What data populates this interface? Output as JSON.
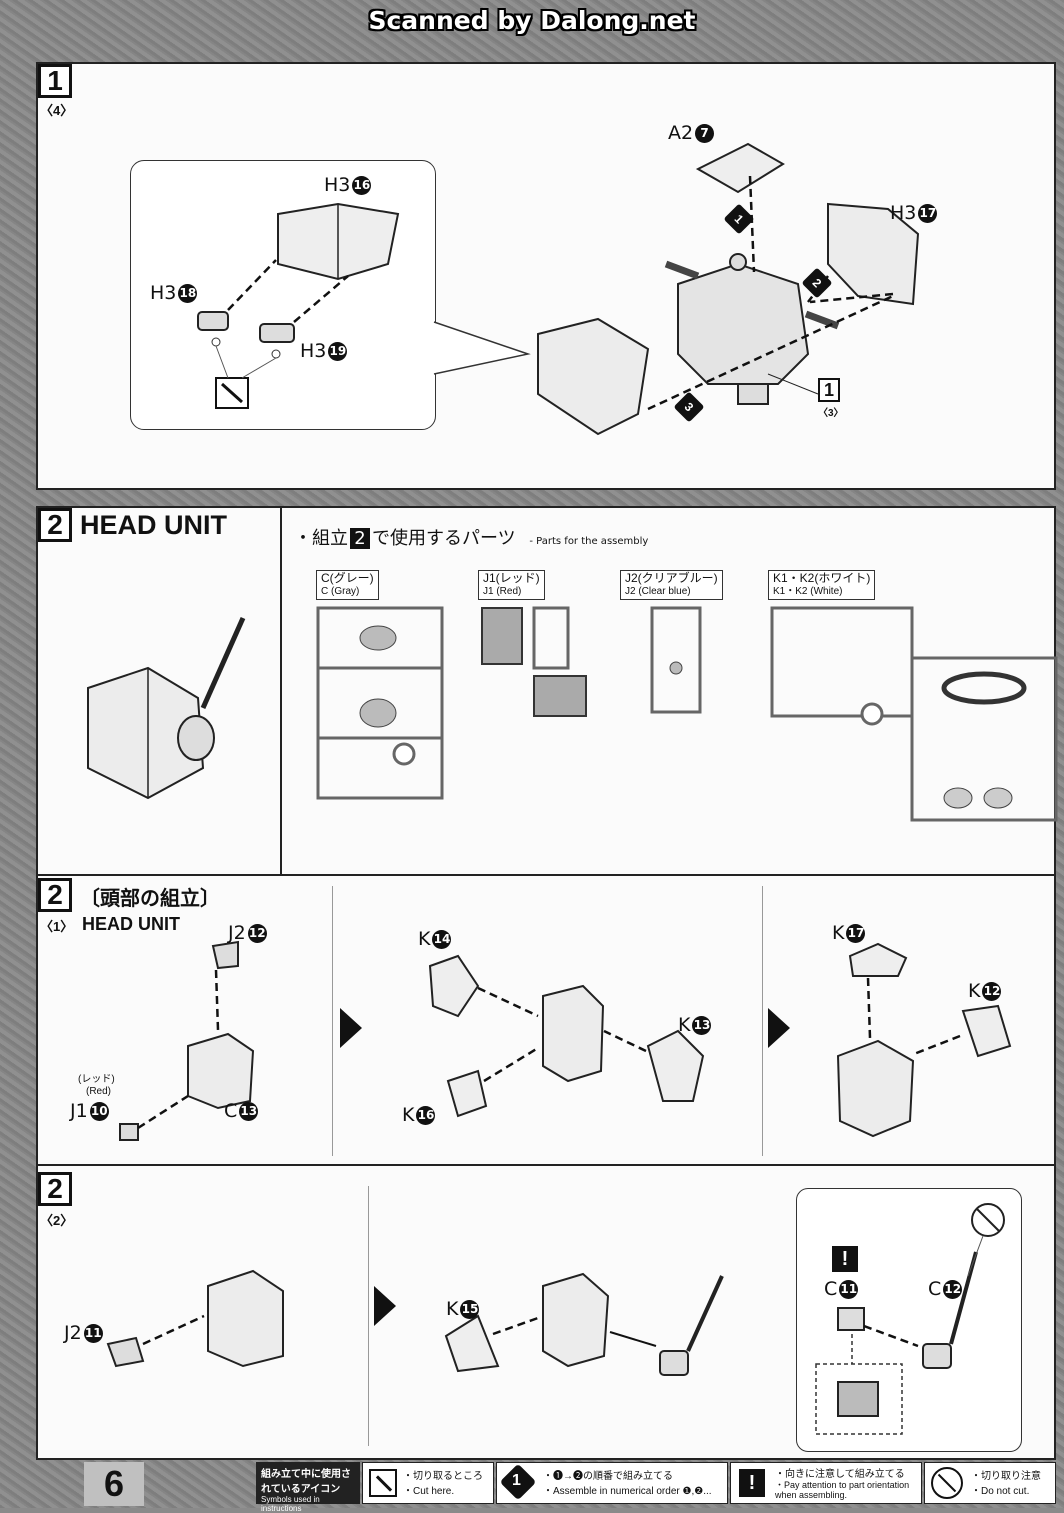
{
  "watermark": "Scanned by Dalong.net",
  "page_number": "6",
  "panel1": {
    "step": "1",
    "sub": "〈4〉",
    "parts": [
      {
        "letter": "H3",
        "num": "16"
      },
      {
        "letter": "H3",
        "num": "18"
      },
      {
        "letter": "H3",
        "num": "19"
      },
      {
        "letter": "A2",
        "num": "7"
      },
      {
        "letter": "H3",
        "num": "17"
      }
    ],
    "ref_step": "1",
    "ref_sub": "〈3〉",
    "order": [
      "1",
      "2",
      "3"
    ]
  },
  "panel2": {
    "step": "2",
    "title": "HEAD UNIT",
    "parts_heading_jp": "・組立",
    "parts_heading_jp2": "で使用するパーツ",
    "parts_heading_en": "- Parts for the assembly",
    "runners": [
      {
        "jp": "C(グレー)",
        "en": "C (Gray)"
      },
      {
        "jp": "J1(レッド)",
        "en": "J1 (Red)"
      },
      {
        "jp": "J2(クリアブルー)",
        "en": "J2 (Clear blue)"
      },
      {
        "jp": "K1・K2(ホワイト)",
        "en": "K1・K2 (White)"
      }
    ]
  },
  "panel3": {
    "step": "2",
    "sub": "〈1〉",
    "title_jp": "〔頭部の組立〕",
    "title_en": "HEAD UNIT",
    "parts": [
      {
        "letter": "J2",
        "num": "12"
      },
      {
        "letter": "J1",
        "num": "10"
      },
      {
        "letter": "C",
        "num": "13"
      },
      {
        "letter": "K",
        "num": "14"
      },
      {
        "letter": "K",
        "num": "13"
      },
      {
        "letter": "K",
        "num": "16"
      },
      {
        "letter": "K",
        "num": "17"
      },
      {
        "letter": "K",
        "num": "12"
      }
    ],
    "red_jp": "(レッド)",
    "red_en": "(Red)"
  },
  "panel4": {
    "step": "2",
    "sub": "〈2〉",
    "parts": [
      {
        "letter": "J2",
        "num": "11"
      },
      {
        "letter": "K",
        "num": "15"
      },
      {
        "letter": "C",
        "num": "11"
      },
      {
        "letter": "C",
        "num": "12"
      }
    ]
  },
  "legend": {
    "symbols_jp": "組み立て中に使用されているアイコン",
    "symbols_en": "Symbols used in instructions",
    "cut_jp": "・切り取るところ",
    "cut_en": "・Cut here.",
    "order_jp": "・❶→❷の順番で組み立てる",
    "order_en": "・Assemble in numerical order ❶,❷...",
    "attention_jp": "・向きに注意して組み立てる",
    "attention_en": "・Pay attention to part orientation when assembling.",
    "nocut_jp": "・切り取り注意",
    "nocut_en": "・Do not cut."
  }
}
